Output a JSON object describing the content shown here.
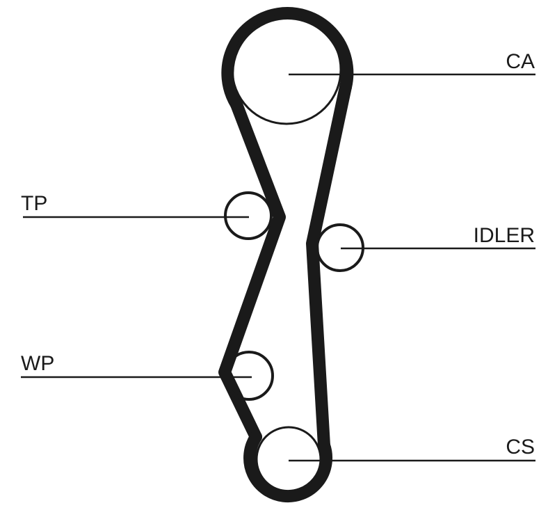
{
  "diagram": {
    "labels": {
      "ca": "CA",
      "tp": "TP",
      "idler": "IDLER",
      "wp": "WP",
      "cs": "CS"
    },
    "colors": {
      "ink": "#1a1a1a",
      "background": "#ffffff"
    }
  }
}
